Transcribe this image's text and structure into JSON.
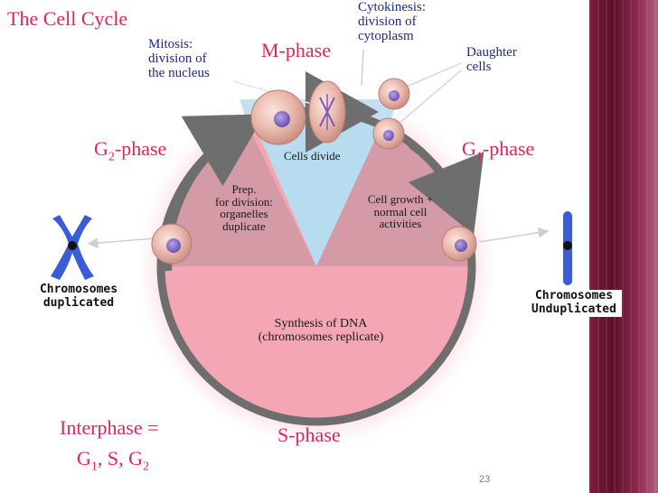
{
  "title": "The Cell Cycle",
  "phases": {
    "m_phase": "M-phase",
    "g2_base": "G",
    "g2_sub": "2",
    "g2_suffix": "-phase",
    "g1_base": "G",
    "g1_sub": "1",
    "g1_suffix": "-phase",
    "s_phase": "S-phase"
  },
  "annotations": {
    "mitosis": [
      "Mitosis:",
      "division of",
      "the nucleus"
    ],
    "cytokinesis": [
      "Cytokinesis:",
      "division of",
      "cytoplasm"
    ],
    "daughter_cells": [
      "Daughter",
      "cells"
    ],
    "cells_divide": "Cells divide",
    "prep_division": [
      "Prep.",
      "for division:",
      "organelles",
      "duplicate"
    ],
    "cell_growth": [
      "Cell growth +",
      "normal cell",
      "activities"
    ],
    "synthesis": [
      "Synthesis of DNA",
      "(chromosomes replicate)"
    ]
  },
  "chromosomes": {
    "duplicated": [
      "Chromosomes",
      "duplicated"
    ],
    "unduplicated": [
      "Chromosomes",
      "Unduplicated"
    ]
  },
  "interphase": {
    "line1": "Interphase =",
    "g1": "G",
    "g1_sub": "1",
    "s": ", S, G",
    "g2_sub": "2"
  },
  "page_number": "23",
  "colors": {
    "title_red": "#e0245c",
    "label_navy": "#1f2a87",
    "sector_blue": "#b8dcef",
    "sector_mauve": "#d49aa6",
    "sector_pink": "#f4a6b4",
    "arrow_gray": "#6e6e6e",
    "chromosome_blue": "#3a5cd6"
  }
}
